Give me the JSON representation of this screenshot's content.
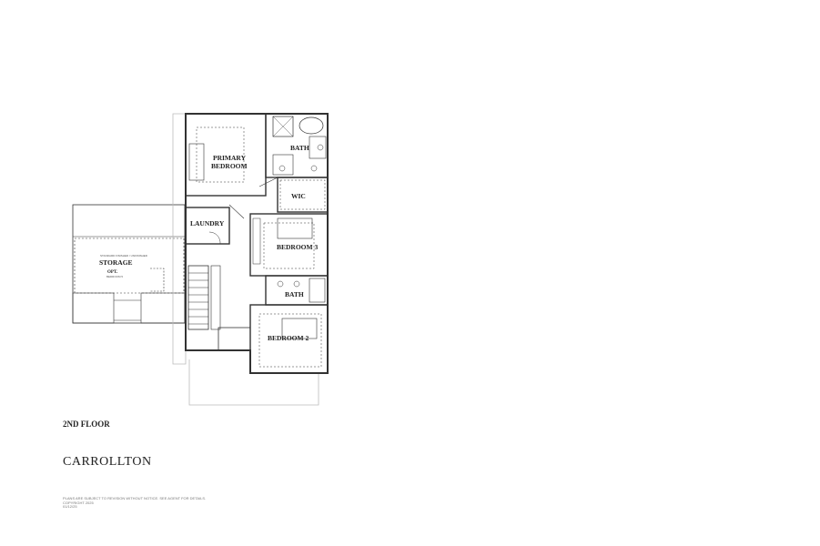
{
  "floor_label": "2ND FLOOR",
  "plan_name": "CARROLLTON",
  "rooms": {
    "primary_bedroom_line1": "PRIMARY",
    "primary_bedroom_line2": "BEDROOM",
    "primary_bath": "BATH",
    "wic": "WIC",
    "laundry": "LAUNDRY",
    "bedroom3": "BEDROOM 3",
    "hall_bath": "BATH",
    "bedroom2": "BEDROOM 2",
    "storage": "STORAGE",
    "storage_note": "STANDARD FINISHED / UNFINISHED",
    "opt_label": "OPT.",
    "opt_room": "BEDROOM 5"
  },
  "notes": [
    "PLANS ARE SUBJECT TO REVISION WITHOUT NOTICE. SEE AGENT FOR DETAILS.",
    "COPYRIGHT 2025",
    "01/12/25"
  ]
}
